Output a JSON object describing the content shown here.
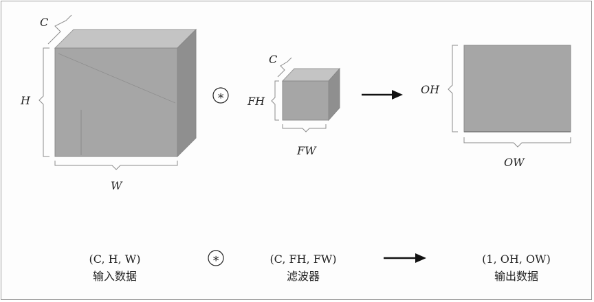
{
  "input": {
    "dims": {
      "channel": "C",
      "height": "H",
      "width": "W"
    },
    "caption_shape": "(C, H, W)",
    "caption_label": "输入数据"
  },
  "filter": {
    "dims": {
      "channel": "C",
      "height": "FH",
      "width": "FW"
    },
    "caption_shape": "(C, FH, FW)",
    "caption_label": "滤波器"
  },
  "output": {
    "dims": {
      "height": "OH",
      "width": "OW"
    },
    "caption_shape": "(1, OH, OW)",
    "caption_label": "输出数据"
  },
  "operator_symbol": "∗",
  "colors": {
    "block_front": "#a6a6a6",
    "block_top": "#c4c4c4",
    "block_side": "#8f8f8f",
    "bracket": "#8c8c8c",
    "arrow": "#111111"
  }
}
